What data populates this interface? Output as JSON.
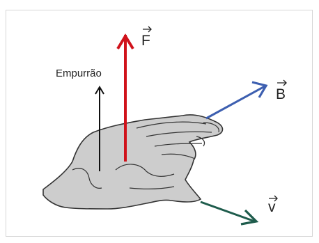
{
  "diagram": {
    "labels": {
      "force": "F",
      "field": "B",
      "velocity": "v",
      "push": "Empurrão"
    },
    "colors": {
      "force_arrow": "#d0121b",
      "field_arrow": "#3d5fb0",
      "velocity_arrow": "#1e5c4c",
      "push_arrow": "#111111",
      "hand_fill": "#cdcdcd",
      "hand_outline": "#333333",
      "label_text": "#222222"
    },
    "icons": {
      "hand": "left-hand-icon"
    }
  }
}
